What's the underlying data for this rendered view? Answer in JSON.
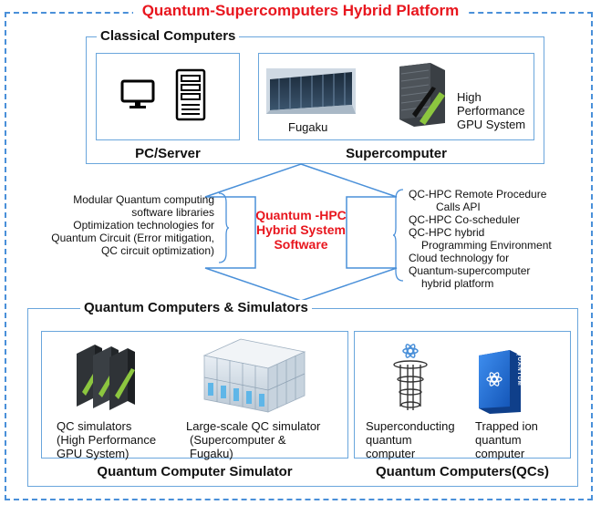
{
  "title": "Quantum-Supercomputers Hybrid Platform",
  "classical": {
    "heading": "Classical Computers",
    "pc_server_label": "PC/Server",
    "supercomputer_label": "Supercomputer",
    "fugaku_label": "Fugaku",
    "gpu_label_line1": "High",
    "gpu_label_line2": "Performance",
    "gpu_label_line3": "GPU System"
  },
  "hybrid": {
    "line1": "Quantum -HPC",
    "line2": "Hybrid System",
    "line3": "Software",
    "left_notes": [
      "Modular Quantum computing",
      "software libraries",
      "Optimization technologies for",
      "Quantum Circuit (Error mitigation,",
      "QC circuit optimization)"
    ],
    "right_notes": [
      "QC-HPC Remote Procedure",
      "Calls API",
      "QC-HPC Co-scheduler",
      "QC-HPC hybrid",
      "Programming Environment",
      "Cloud technology for",
      "Quantum-supercomputer",
      "hybrid platform"
    ]
  },
  "quantum": {
    "heading": "Quantum Computers & Simulators",
    "simulator_heading": "Quantum Computer Simulator",
    "qc_heading": "Quantum Computers(QCs)",
    "qc_sim_line1": "QC simulators",
    "qc_sim_line2": "(High Performance",
    "qc_sim_line3": "GPU System)",
    "large_sim_line1": "Large-scale QC simulator",
    "large_sim_line2": "(Supercomputer &",
    "large_sim_line3": "Fugaku)",
    "sc_line1": "Superconducting",
    "sc_line2": "quantum",
    "sc_line3": "computer",
    "ion_line1": "Trapped ion",
    "ion_line2": "quantum",
    "ion_line3": "computer",
    "ion_device_text": "QUANTUM"
  },
  "colors": {
    "accent_red": "#e8161e",
    "border_blue": "#4a90d9",
    "gpu_green": "#8cc63f",
    "ion_blue": "#1e6fd9"
  }
}
